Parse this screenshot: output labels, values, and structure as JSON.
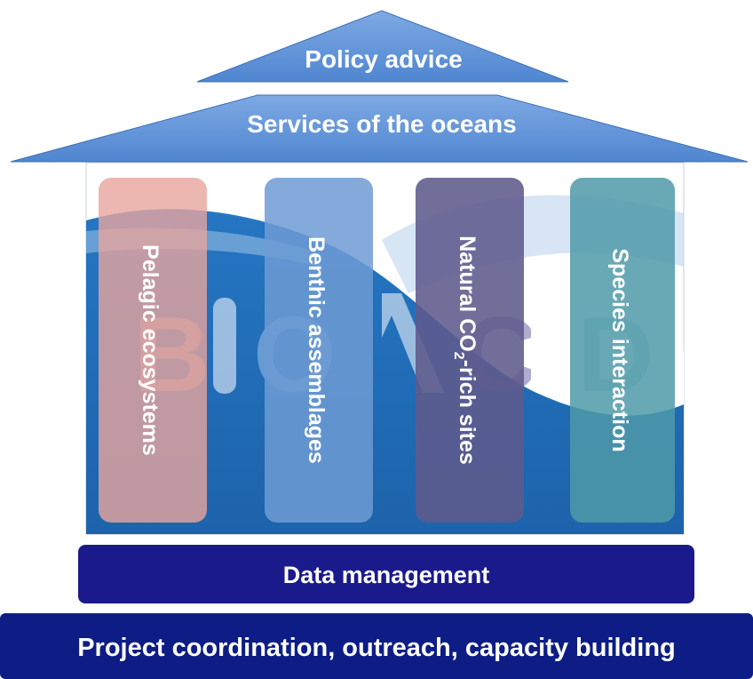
{
  "roof": {
    "top_label": "Policy advice",
    "lower_label": "Services of the oceans"
  },
  "pillars": [
    {
      "label": "Pelagic ecosystems",
      "color": "#e8a59e"
    },
    {
      "label": "Benthic assemblages",
      "color": "#6d9bd4"
    },
    {
      "label": "Natural CO",
      "subscript": "2",
      "label_suffix": "-rich sites",
      "color": "#5e5a8c"
    },
    {
      "label": "Species interaction",
      "color": "#4f9aa8"
    }
  ],
  "background_logo": {
    "text": "BIOACID"
  },
  "foundation": {
    "upper_label": "Data management",
    "lower_label": "Project coordination, outreach, capacity building"
  },
  "colors": {
    "roof": "#5b8ed6",
    "wave_dark": "#1f6ab5",
    "wave_light": "#bcd4ee",
    "data_mgmt": "#1a1a8c",
    "project_coord": "#0d1d85"
  }
}
